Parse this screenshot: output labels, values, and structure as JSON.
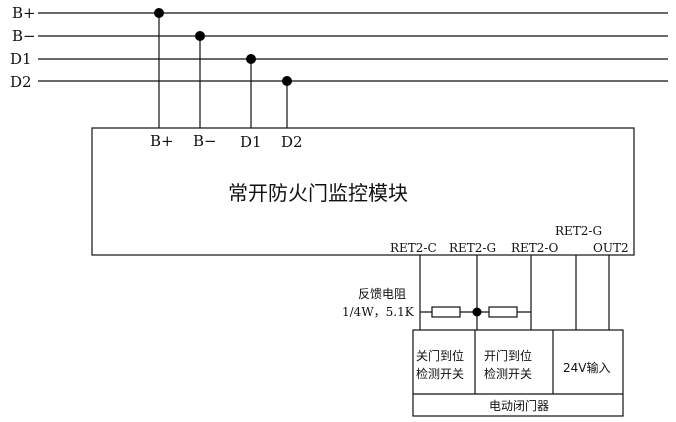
{
  "bus": {
    "b_plus": "B+",
    "b_minus": "B−",
    "d1": "D1",
    "d2": "D2"
  },
  "module": {
    "title": "常开防火门监控模块",
    "top_terminals": {
      "b_plus": "B+",
      "b_minus": "B−",
      "d1": "D1",
      "d2": "D2"
    },
    "bottom_terminals": {
      "ret2_c": "RET2-C",
      "ret2_g": "RET2-G",
      "ret2_o": "RET2-O",
      "ret2_g_right": "RET2-G",
      "out2": "OUT2"
    }
  },
  "feedback_resistor": {
    "label_line1": "反馈电阻",
    "label_line2": "1/4W，5.1K"
  },
  "door_closer": {
    "closed_switch_line1": "关门到位",
    "closed_switch_line2": "检测开关",
    "open_switch_line1": "开门到位",
    "open_switch_line2": "检测开关",
    "power_input": "24V输入",
    "title": "电动闭门器"
  }
}
